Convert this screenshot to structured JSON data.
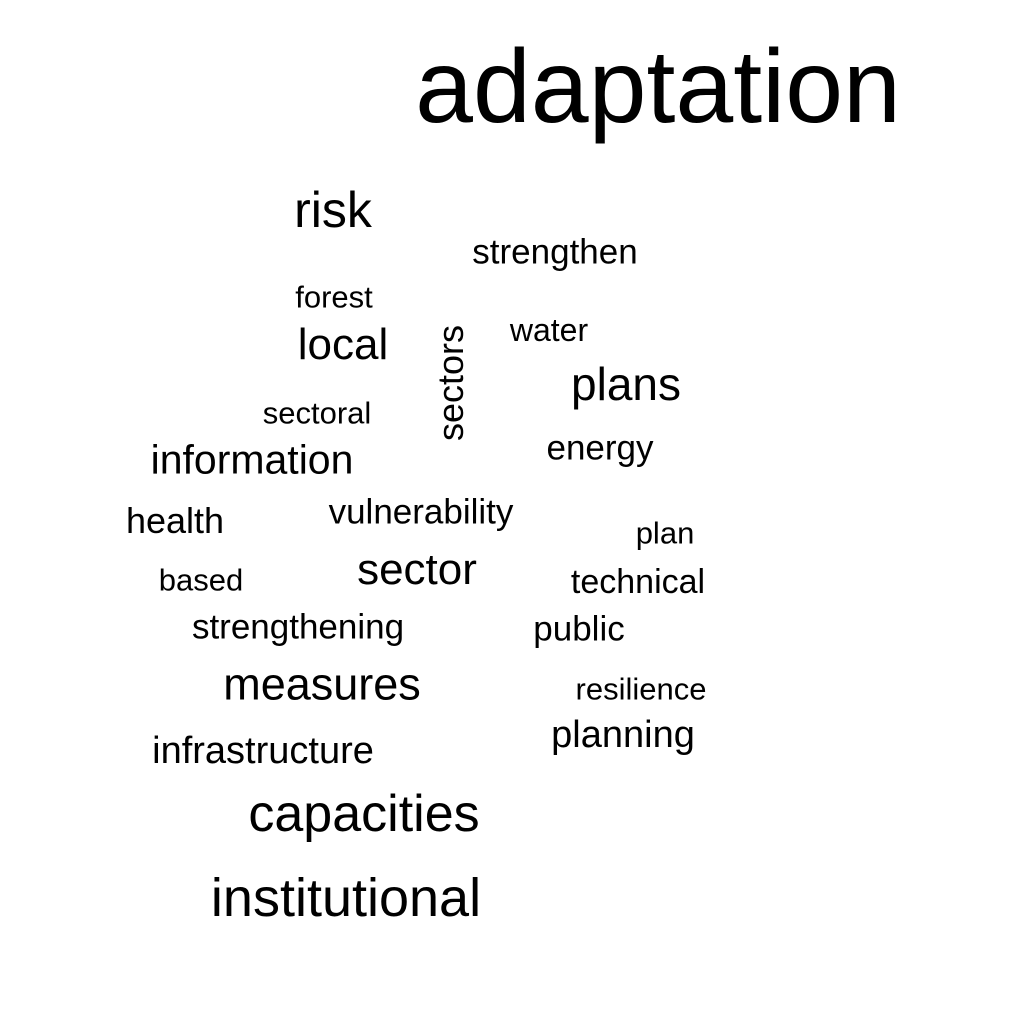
{
  "cloud": {
    "text_color": "#000000",
    "background": "#ffffff",
    "words": [
      {
        "id": "adaptation",
        "text": "adaptation"
      },
      {
        "id": "risk",
        "text": "risk"
      },
      {
        "id": "strengthen",
        "text": "strengthen"
      },
      {
        "id": "forest",
        "text": "forest"
      },
      {
        "id": "local",
        "text": "local"
      },
      {
        "id": "sectors",
        "text": "sectors"
      },
      {
        "id": "water",
        "text": "water"
      },
      {
        "id": "plans",
        "text": "plans"
      },
      {
        "id": "sectoral",
        "text": "sectoral"
      },
      {
        "id": "information",
        "text": "information"
      },
      {
        "id": "energy",
        "text": "energy"
      },
      {
        "id": "health",
        "text": "health"
      },
      {
        "id": "vulnerability",
        "text": "vulnerability"
      },
      {
        "id": "plan",
        "text": "plan"
      },
      {
        "id": "based",
        "text": "based"
      },
      {
        "id": "sector",
        "text": "sector"
      },
      {
        "id": "technical",
        "text": "technical"
      },
      {
        "id": "strengthening",
        "text": "strengthening"
      },
      {
        "id": "public",
        "text": "public"
      },
      {
        "id": "measures",
        "text": "measures"
      },
      {
        "id": "resilience",
        "text": "resilience"
      },
      {
        "id": "planning",
        "text": "planning"
      },
      {
        "id": "infrastructure",
        "text": "infrastructure"
      },
      {
        "id": "capacities",
        "text": "capacities"
      },
      {
        "id": "institutional",
        "text": "institutional"
      }
    ]
  }
}
